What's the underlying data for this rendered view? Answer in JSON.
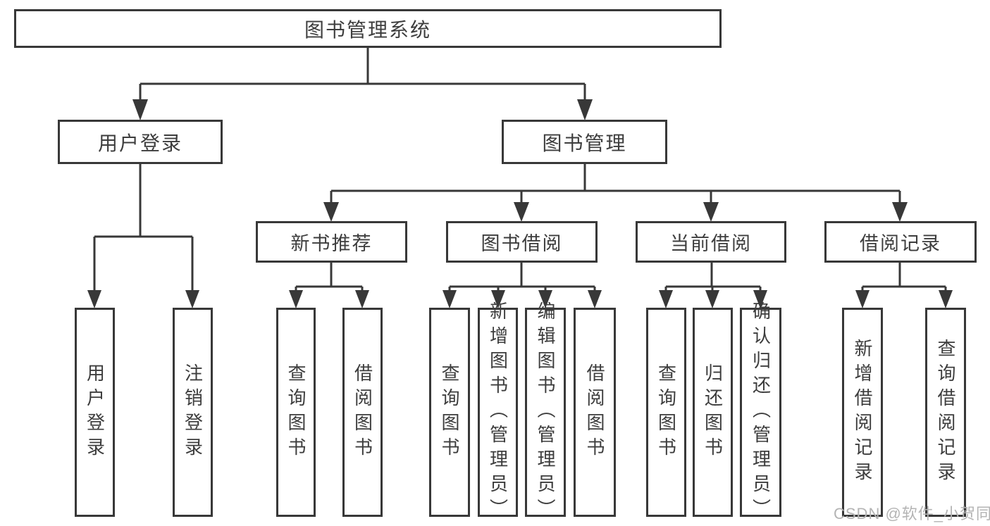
{
  "colors": {
    "line": "#383838",
    "text": "#3d3d3d",
    "box_background": "#ffffff",
    "page_background": "#ffffff",
    "watermark": "#b4b4b4"
  },
  "tree": {
    "root": {
      "label": "图书管理系统",
      "children": [
        {
          "label": "用户登录",
          "children": [
            {
              "label": "用户登录"
            },
            {
              "label": "注销登录"
            }
          ]
        },
        {
          "label": "图书管理",
          "children": [
            {
              "label": "新书推荐",
              "children": [
                {
                  "label": "查询图书"
                },
                {
                  "label": "借阅图书"
                }
              ]
            },
            {
              "label": "图书借阅",
              "children": [
                {
                  "label": "查询图书"
                },
                {
                  "label": "新增图书（管理员）"
                },
                {
                  "label": "编辑图书（管理员）"
                },
                {
                  "label": "借阅图书"
                }
              ]
            },
            {
              "label": "当前借阅",
              "children": [
                {
                  "label": "查询图书"
                },
                {
                  "label": "归还图书"
                },
                {
                  "label": "确认归还（管理员）"
                }
              ]
            },
            {
              "label": "借阅记录",
              "children": [
                {
                  "label": "新增借阅记录"
                },
                {
                  "label": "查询借阅记录"
                }
              ]
            }
          ]
        }
      ]
    }
  },
  "watermark": {
    "text": "CSDN @软件_小贺同学"
  }
}
